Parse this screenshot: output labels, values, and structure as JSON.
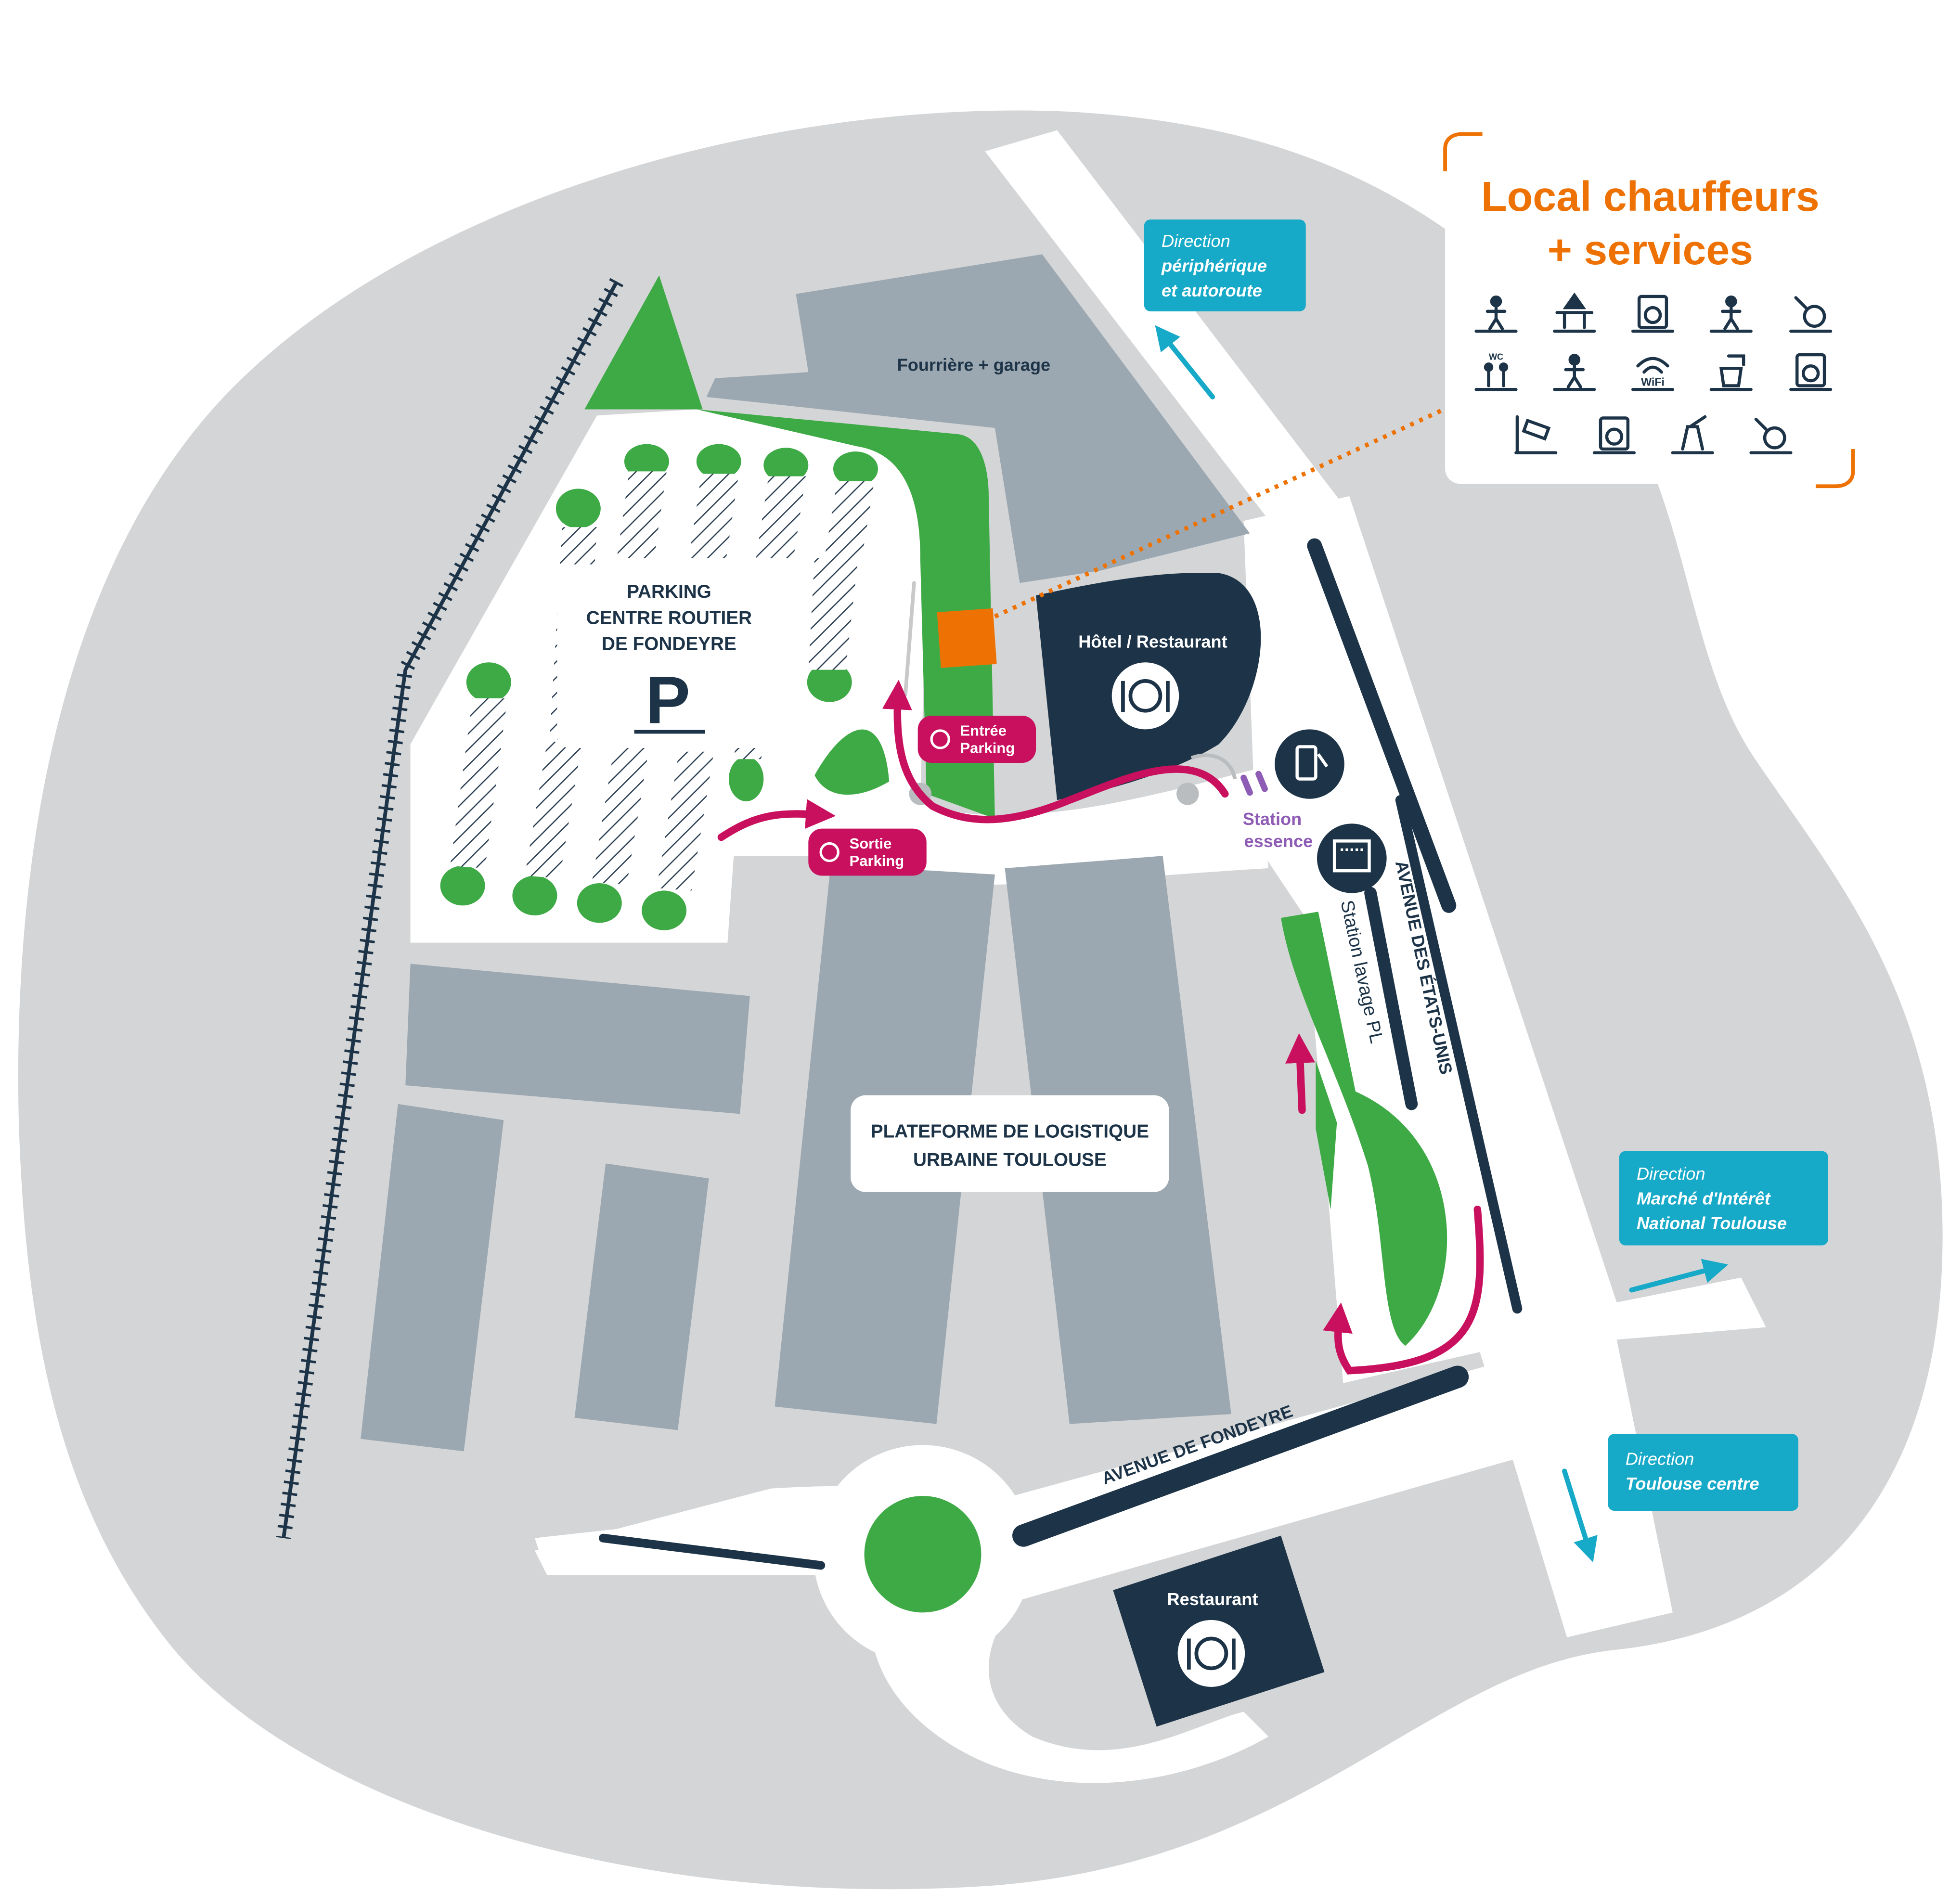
{
  "colors": {
    "background": "#ffffff",
    "land": "#d4d5d6",
    "road": "#ffffff",
    "building": "#9ca8b1",
    "green": "#3eaa45",
    "navy": "#1d3448",
    "magenta": "#c8105e",
    "cyan": "#17a9c8",
    "orange": "#ee7203",
    "purple": "#8e5bb5",
    "roundabout_dot": "#b9bdc0"
  },
  "services_panel": {
    "title_line1": "Local chauffeurs",
    "title_line2": "+ services",
    "icons": [
      "shower-icon",
      "picnic-table-icon",
      "vending-machine-icon",
      "gym-icon",
      "petanque-icon",
      "toilets-icon",
      "rest-area-icon",
      "wifi-icon",
      "water-tap-icon",
      "coffee-machine-icon",
      "cctv-camera-icon",
      "washing-machine-icon",
      "cleaning-icon",
      "recycling-bin-icon"
    ],
    "wifi_text": "WiFi",
    "wc_text": "WC"
  },
  "directions": {
    "peripherique": {
      "prefix": "Direction",
      "line1": "périphérique",
      "line2": "et autoroute"
    },
    "marche": {
      "prefix": "Direction",
      "line1": "Marché d'Intérêt",
      "line2": "National Toulouse"
    },
    "centre": {
      "prefix": "Direction",
      "line1": "Toulouse centre"
    }
  },
  "labels": {
    "parking_line1": "PARKING",
    "parking_line2": "CENTRE ROUTIER",
    "parking_line3": "DE FONDEYRE",
    "parking_symbol": "P",
    "fourriere": "Fourrière + garage",
    "hotel": "Hôtel / Restaurant",
    "restaurant": "Restaurant",
    "plateforme_line1": "PLATEFORME DE LOGISTIQUE",
    "plateforme_line2": "URBAINE TOULOUSE",
    "entree_line1": "Entrée",
    "entree_line2": "Parking",
    "sortie_line1": "Sortie",
    "sortie_line2": "Parking",
    "station_essence_line1": "Station",
    "station_essence_line2": "essence",
    "station_lavage": "Station lavage PL",
    "avenue_etats_unis": "AVENUE DES ÉTATS-UNIS",
    "avenue_fondeyre": "AVENUE DE FONDEYRE"
  }
}
